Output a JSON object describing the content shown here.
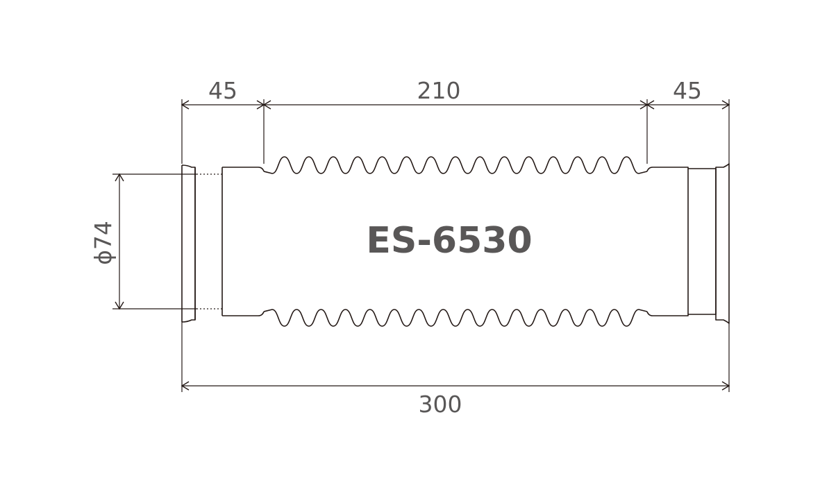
{
  "diagram": {
    "model_label": "ES-6530",
    "dimensions": {
      "left_cuff": "45",
      "bellows": "210",
      "right_cuff": "45",
      "overall_length": "300",
      "diameter": "ϕ74"
    },
    "line_color": "#231815",
    "text_color": "#595757"
  }
}
